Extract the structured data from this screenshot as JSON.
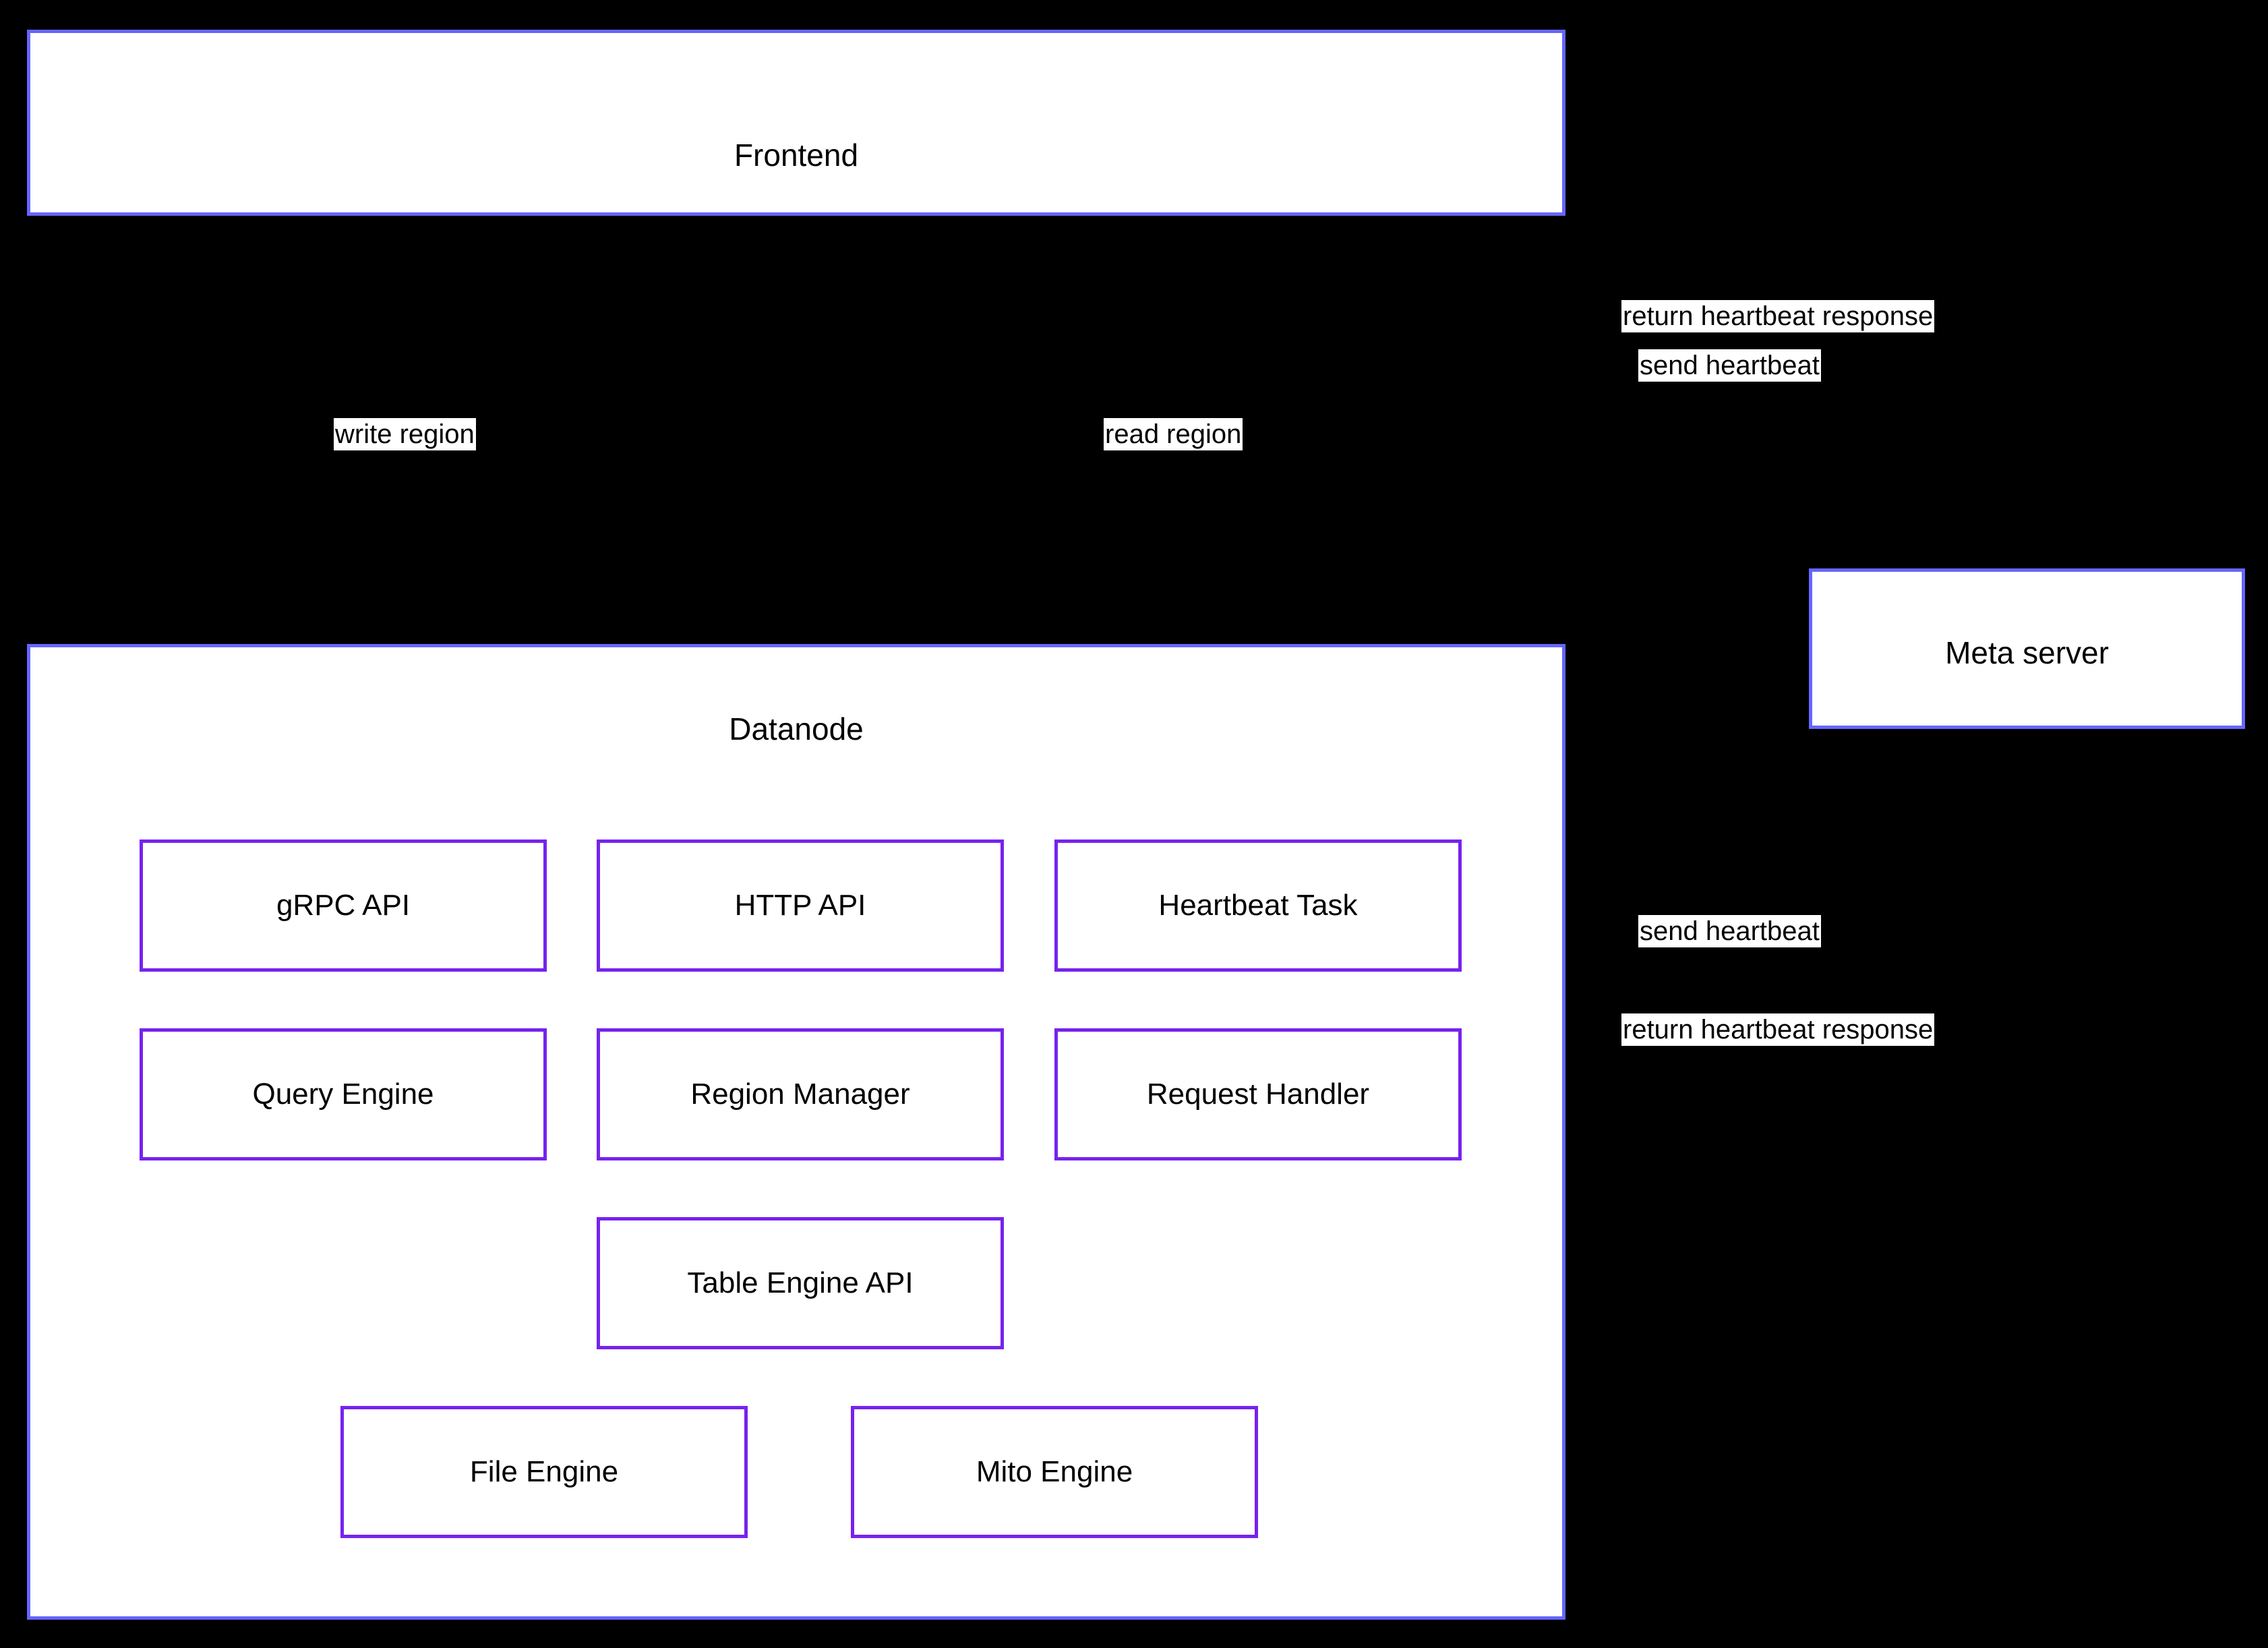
{
  "diagram": {
    "type": "architecture-diagram",
    "background_color": "#000000",
    "node_border_color": "#6666ff",
    "subnode_border_color": "#7722ee",
    "node_fill_color": "#ffffff",
    "text_color": "#000000",
    "nodes": [
      {
        "id": "frontend",
        "label": "Frontend"
      },
      {
        "id": "datanode",
        "label": "Datanode"
      },
      {
        "id": "meta-server",
        "label": "Meta server"
      }
    ],
    "datanode_components": [
      {
        "id": "grpc-api",
        "label": "gRPC API"
      },
      {
        "id": "http-api",
        "label": "HTTP API"
      },
      {
        "id": "heartbeat-task",
        "label": "Heartbeat Task"
      },
      {
        "id": "query-engine",
        "label": "Query Engine"
      },
      {
        "id": "region-manager",
        "label": "Region Manager"
      },
      {
        "id": "request-handler",
        "label": "Request Handler"
      },
      {
        "id": "table-engine-api",
        "label": "Table Engine API"
      },
      {
        "id": "file-engine",
        "label": "File Engine"
      },
      {
        "id": "mito-engine",
        "label": "Mito Engine"
      }
    ],
    "edge_labels": [
      {
        "id": "write-region",
        "label": "write region"
      },
      {
        "id": "read-region",
        "label": "read region"
      },
      {
        "id": "frontend-return-heartbeat-response",
        "label": "return heartbeat response"
      },
      {
        "id": "frontend-send-heartbeat",
        "label": "send heartbeat"
      },
      {
        "id": "datanode-send-heartbeat",
        "label": "send heartbeat"
      },
      {
        "id": "datanode-return-heartbeat-response",
        "label": "return heartbeat response"
      }
    ]
  }
}
